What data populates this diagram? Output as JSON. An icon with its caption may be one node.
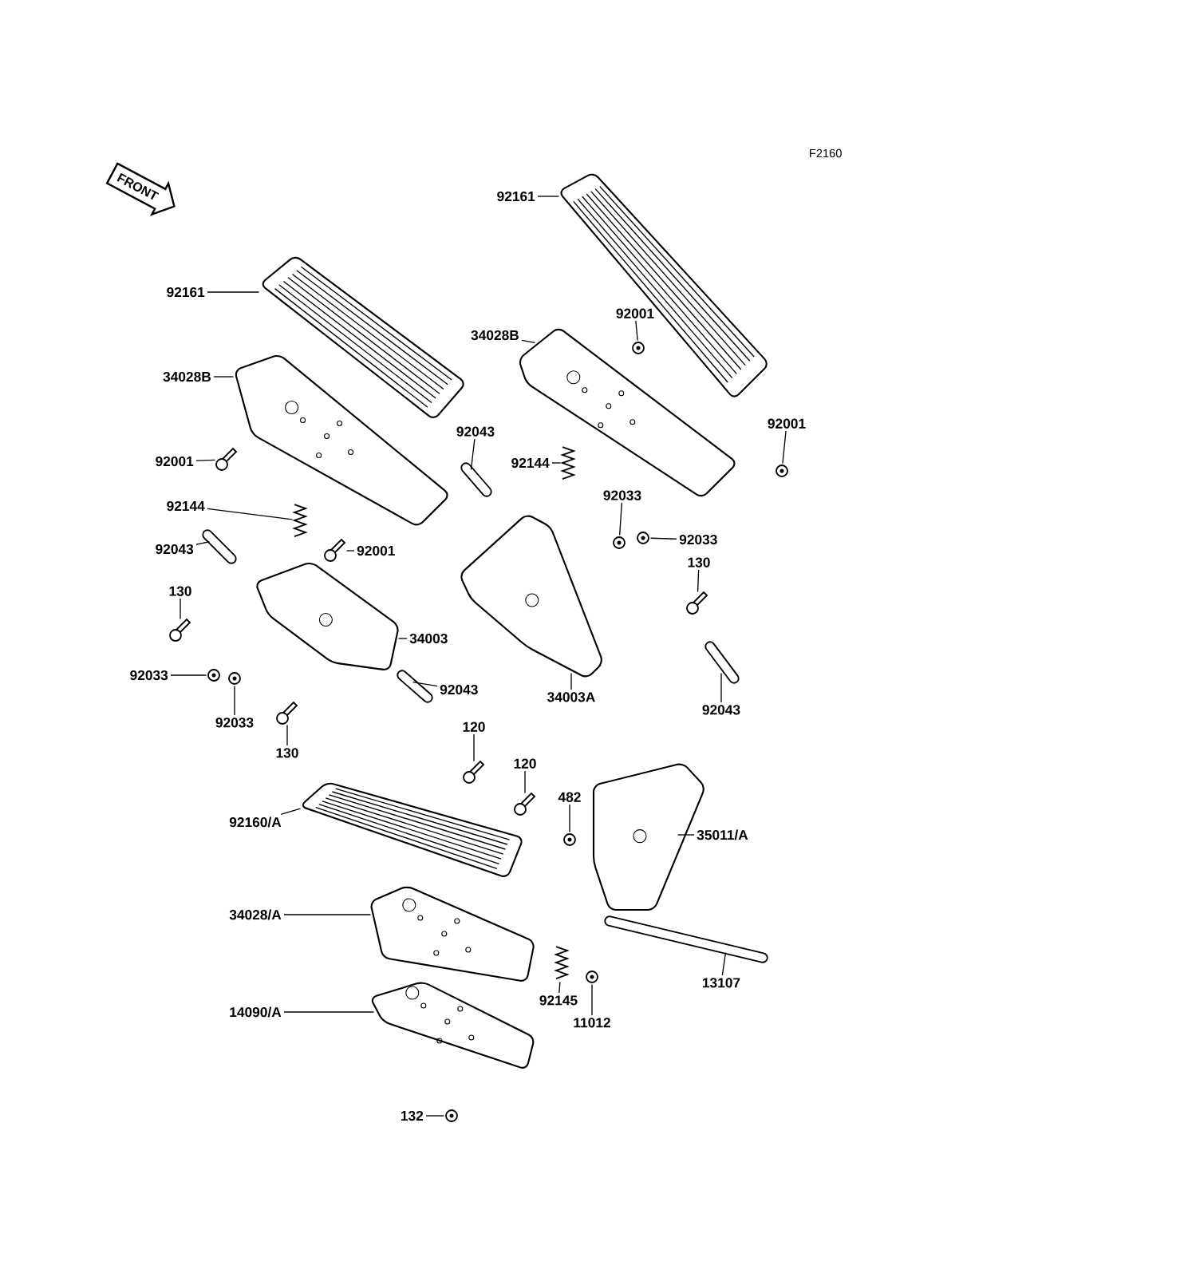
{
  "diagram": {
    "nodes": [
      {
        "text": [
          "92161"
        ]
      },
      {
        "text": [],
        "shape": "picture"
      },
      {
        "text": [
          "92161"
        ]
      },
      {
        "text": [],
        "shape": "picture"
      },
      {
        "text": [
          "34028B"
        ]
      },
      {
        "text": [],
        "shape": "picture"
      },
      {
        "text": [
          "34028B"
        ]
      },
      {
        "text": [],
        "shape": "picture"
      },
      {
        "text": [
          "92001"
        ]
      },
      {
        "text": [],
        "shape": "picture"
      },
      {
        "text": [
          "92001"
        ]
      },
      {
        "text": [],
        "shape": "picture"
      },
      {
        "text": [
          "92001"
        ]
      },
      {
        "text": [],
        "shape": "picture"
      },
      {
        "text": [
          "92144"
        ]
      },
      {
        "text": [],
        "shape": "picture"
      },
      {
        "text": [
          "92001"
        ]
      },
      {
        "text": [],
        "shape": "picture"
      },
      {
        "text": [
          "92043"
        ]
      },
      {
        "text": [],
        "shape": "picture"
      },
      {
        "text": [
          "92043"
        ]
      },
      {
        "text": [],
        "shape": "picture"
      },
      {
        "text": [
          "92144"
        ]
      },
      {
        "text": [],
        "shape": "picture"
      },
      {
        "text": [
          "92033"
        ]
      },
      {
        "text": [],
        "shape": "picture"
      },
      {
        "text": [
          "92033"
        ]
      },
      {
        "text": [],
        "shape": "picture"
      },
      {
        "text": [
          "130"
        ]
      },
      {
        "text": [],
        "shape": "picture"
      },
      {
        "text": [
          "130"
        ]
      },
      {
        "text": [],
        "shape": "picture"
      },
      {
        "text": [
          "34003"
        ]
      },
      {
        "text": [],
        "shape": "picture"
      },
      {
        "text": [
          "92033"
        ]
      },
      {
        "text": [],
        "shape": "picture"
      },
      {
        "text": [
          "92033"
        ]
      },
      {
        "text": [],
        "shape": "picture"
      },
      {
        "text": [
          "92043"
        ]
      },
      {
        "text": [],
        "shape": "picture"
      },
      {
        "text": [
          "130"
        ]
      },
      {
        "text": [],
        "shape": "picture"
      },
      {
        "text": [
          "34003A"
        ]
      },
      {
        "text": [],
        "shape": "picture"
      },
      {
        "text": [
          "92043"
        ]
      },
      {
        "text": [],
        "shape": "picture"
      },
      {
        "text": [
          "120"
        ]
      },
      {
        "text": [],
        "shape": "picture"
      },
      {
        "text": [
          "120"
        ]
      },
      {
        "text": [],
        "shape": "picture"
      },
      {
        "text": [
          "482"
        ]
      },
      {
        "text": [],
        "shape": "picture"
      },
      {
        "text": [
          "92160/A"
        ]
      },
      {
        "text": [],
        "shape": "picture"
      },
      {
        "text": [
          "35011/A"
        ]
      },
      {
        "text": [],
        "shape": "picture"
      },
      {
        "text": [
          "34028/A"
        ]
      },
      {
        "text": [],
        "shape": "picture"
      },
      {
        "text": [
          "92145"
        ]
      },
      {
        "text": [],
        "shape": "picture"
      },
      {
        "text": [
          "11012"
        ]
      },
      {
        "text": [],
        "shape": "picture"
      },
      {
        "text": [
          "13107"
        ]
      },
      {
        "text": [],
        "shape": "picture"
      },
      {
        "text": [
          "14090/A"
        ]
      },
      {
        "text": [],
        "shape": "picture"
      },
      {
        "text": [
          "132"
        ]
      },
      {
        "text": [],
        "shape": "picture"
      }
    ],
    "edges": [
      {
        "from": 0,
        "to": 1,
        "arrow": "none"
      },
      {
        "from": 2,
        "to": 3,
        "arrow": "none"
      },
      {
        "from": 4,
        "to": 5,
        "arrow": "none"
      },
      {
        "from": 6,
        "to": 7,
        "arrow": "none"
      },
      {
        "from": 8,
        "to": 9,
        "arrow": "none"
      },
      {
        "from": 10,
        "to": 11,
        "arrow": "none"
      },
      {
        "from": 12,
        "to": 13,
        "arrow": "none"
      },
      {
        "from": 14,
        "to": 15,
        "arrow": "none"
      },
      {
        "from": 16,
        "to": 17,
        "arrow": "none"
      },
      {
        "from": 18,
        "to": 19,
        "arrow": "none"
      },
      {
        "from": 20,
        "to": 21,
        "arrow": "none"
      },
      {
        "from": 22,
        "to": 23,
        "arrow": "none"
      },
      {
        "from": 24,
        "to": 25,
        "arrow": "none"
      },
      {
        "from": 26,
        "to": 27,
        "arrow": "none"
      },
      {
        "from": 28,
        "to": 29,
        "arrow": "none"
      },
      {
        "from": 30,
        "to": 31,
        "arrow": "none"
      },
      {
        "from": 32,
        "to": 33,
        "arrow": "none"
      },
      {
        "from": 34,
        "to": 35,
        "arrow": "none"
      },
      {
        "from": 36,
        "to": 37,
        "arrow": "none"
      },
      {
        "from": 38,
        "to": 39,
        "arrow": "none"
      },
      {
        "from": 40,
        "to": 41,
        "arrow": "none"
      },
      {
        "from": 42,
        "to": 43,
        "arrow": "none"
      },
      {
        "from": 44,
        "to": 45,
        "arrow": "none"
      },
      {
        "from": 46,
        "to": 47,
        "arrow": "none"
      },
      {
        "from": 48,
        "to": 49,
        "arrow": "none"
      },
      {
        "from": 50,
        "to": 51,
        "arrow": "none"
      },
      {
        "from": 52,
        "to": 53,
        "arrow": "none"
      },
      {
        "from": 54,
        "to": 55,
        "arrow": "none"
      },
      {
        "from": 56,
        "to": 57,
        "arrow": "none"
      },
      {
        "from": 58,
        "to": 59,
        "arrow": "none"
      },
      {
        "from": 60,
        "to": 61,
        "arrow": "none"
      },
      {
        "from": 62,
        "to": 63,
        "arrow": "none"
      },
      {
        "from": 64,
        "to": 65,
        "arrow": "none"
      },
      {
        "from": 66,
        "to": 67,
        "arrow": "none"
      }
    ],
    "labels": [
      "F2160",
      "FRONT"
    ]
  }
}
